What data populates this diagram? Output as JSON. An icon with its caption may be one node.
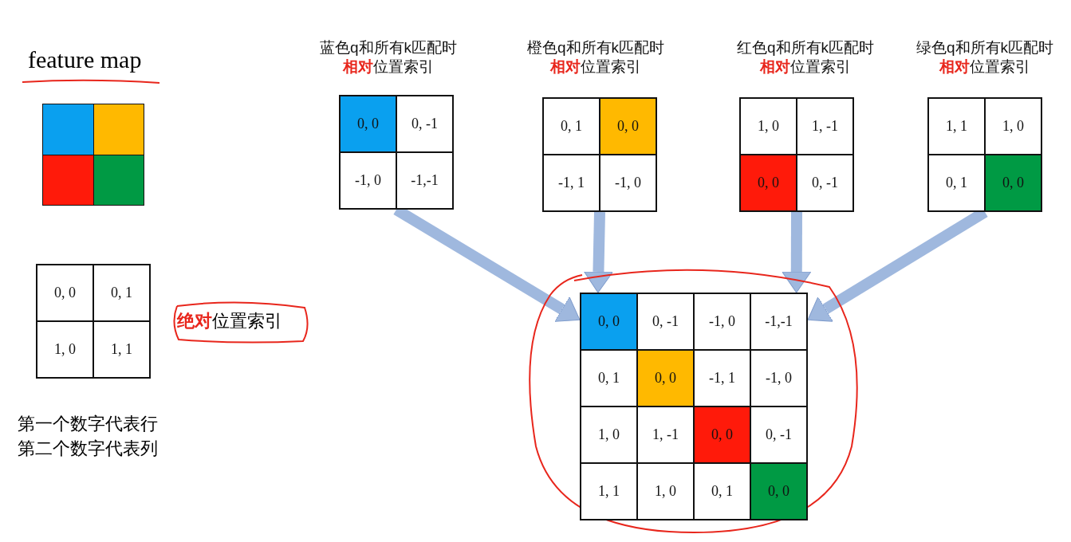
{
  "diagram": {
    "nodes": [
      {
        "text": [
          "蓝色q和所有k匹配时**相对**位置索引",
          "0, 0",
          "0, -1",
          "-1, 0",
          "-1,-1"
        ]
      },
      {
        "text": [
          "橙色q和所有k匹配时**相对**位置索引",
          "0, 1",
          "0, 0",
          "-1, 1",
          "-1, 0"
        ]
      },
      {
        "text": [
          "红色q和所有k匹配时**相对**位置索引",
          "1, 0",
          "1, -1",
          "0, 0",
          "0, -1"
        ]
      },
      {
        "text": [
          "绿色q和所有k匹配时**相对**位置索引",
          "1, 1",
          "1, 0",
          "0, 1",
          "0, 0"
        ]
      },
      {
        "text": [
          "0, 0",
          "0, -1",
          "-1, 0",
          "-1,-1",
          "0, 1",
          "0, 0",
          "-1, 1",
          "-1, 0",
          "1, 0",
          "1, -1",
          "0, 0",
          "0, -1",
          "1, 1",
          "1, 0",
          "0, 1",
          "0, 0"
        ]
      }
    ],
    "edges": [
      {
        "from": 0,
        "to": 4,
        "arrow": "to"
      },
      {
        "from": 1,
        "to": 4,
        "arrow": "to"
      },
      {
        "from": 2,
        "to": 4,
        "arrow": "to"
      },
      {
        "from": 3,
        "to": 4,
        "arrow": "to"
      }
    ],
    "labels": [
      "feature map",
      "0, 0",
      "0, 1",
      "1, 0",
      "1, 1",
      "**绝对**位置索引",
      "第一个数字代表行",
      "第二个数字代表列"
    ]
  }
}
